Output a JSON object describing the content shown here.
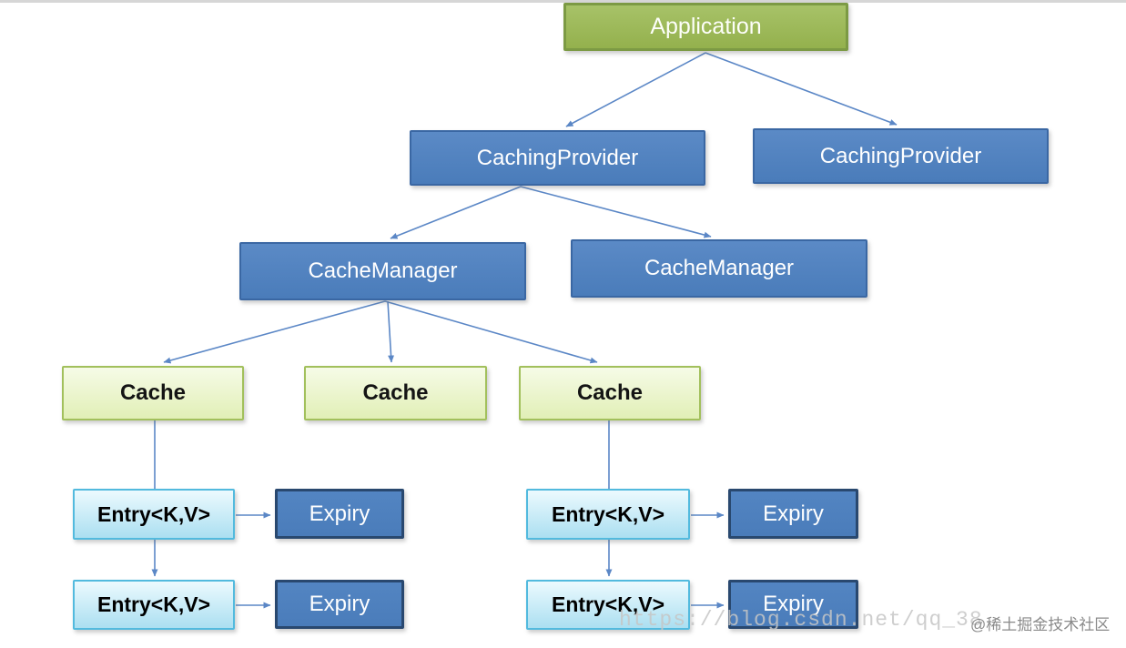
{
  "diagram_type": "tree",
  "nodes": {
    "application": {
      "label": "Application"
    },
    "caching_provider_left": {
      "label": "CachingProvider"
    },
    "caching_provider_right": {
      "label": "CachingProvider"
    },
    "cache_manager_left": {
      "label": "CacheManager"
    },
    "cache_manager_right": {
      "label": "CacheManager"
    },
    "cache_1": {
      "label": "Cache"
    },
    "cache_2": {
      "label": "Cache"
    },
    "cache_3": {
      "label": "Cache"
    },
    "entry_left_1": {
      "label": "Entry<K,V>"
    },
    "entry_left_2": {
      "label": "Entry<K,V>"
    },
    "entry_right_1": {
      "label": "Entry<K,V>"
    },
    "entry_right_2": {
      "label": "Entry<K,V>"
    },
    "expiry_left_1": {
      "label": "Expiry"
    },
    "expiry_left_2": {
      "label": "Expiry"
    },
    "expiry_right_1": {
      "label": "Expiry"
    },
    "expiry_right_2": {
      "label": "Expiry"
    }
  },
  "edges": [
    {
      "from": "application",
      "to": "caching_provider_left"
    },
    {
      "from": "application",
      "to": "caching_provider_right"
    },
    {
      "from": "caching_provider_left",
      "to": "cache_manager_left"
    },
    {
      "from": "caching_provider_left",
      "to": "cache_manager_right"
    },
    {
      "from": "cache_manager_left",
      "to": "cache_1"
    },
    {
      "from": "cache_manager_left",
      "to": "cache_2"
    },
    {
      "from": "cache_manager_left",
      "to": "cache_3"
    },
    {
      "from": "cache_1",
      "to": "entry_left_1"
    },
    {
      "from": "entry_left_1",
      "to": "entry_left_2"
    },
    {
      "from": "entry_left_1",
      "to": "expiry_left_1"
    },
    {
      "from": "entry_left_2",
      "to": "expiry_left_2"
    },
    {
      "from": "cache_3",
      "to": "entry_right_1"
    },
    {
      "from": "entry_right_1",
      "to": "entry_right_2"
    },
    {
      "from": "entry_right_1",
      "to": "expiry_right_1"
    },
    {
      "from": "entry_right_2",
      "to": "expiry_right_2"
    }
  ],
  "watermark": {
    "url_text": "https://blog.csdn.net/qq_38",
    "badge_text": "@稀土掘金技术社区"
  },
  "colors": {
    "application_green": "#9BB857",
    "application_border": "#7C9A44",
    "blue_box": "#4E80BE",
    "blue_box_border": "#3A67A3",
    "expiry_border": "#29486F",
    "cache_fill_top": "#F6FBE7",
    "cache_fill_bottom": "#E1EFB6",
    "cache_border": "#A2C05C",
    "entry_fill_top": "#ECFAFE",
    "entry_fill_bottom": "#ABDFF1",
    "entry_border": "#52BADE",
    "arrow_blue": "#5B87C6",
    "watermark_gray": "#C6C6C6",
    "badge_gray": "#8A8A8A"
  }
}
